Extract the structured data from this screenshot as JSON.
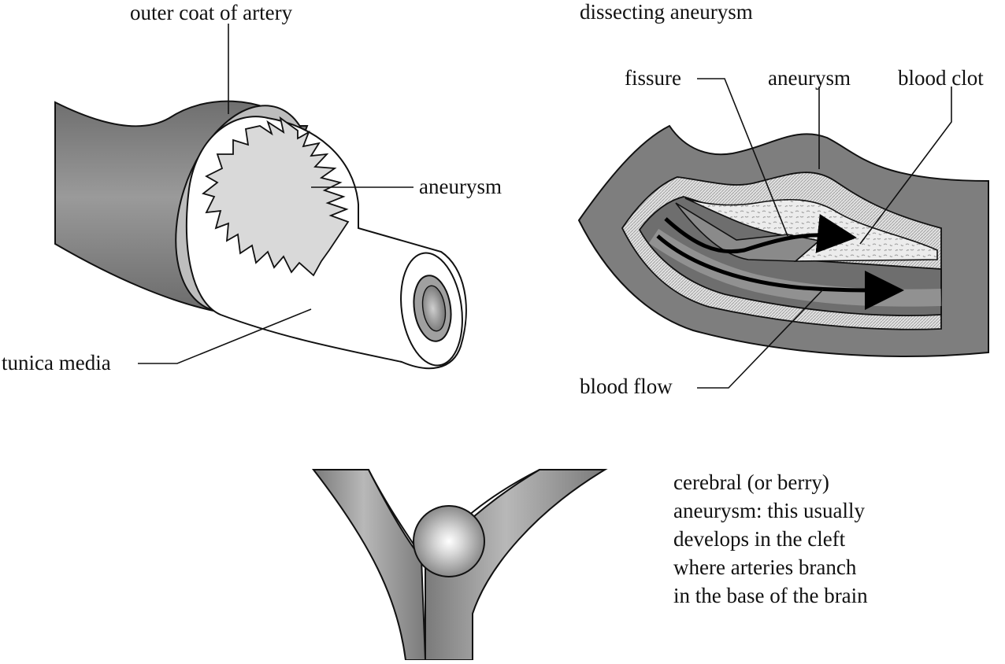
{
  "panel_general": {
    "label_outer_coat": "outer coat of artery",
    "label_aneurysm": "aneurysm",
    "label_tunica_media": "tunica media"
  },
  "panel_dissecting": {
    "title": "dissecting aneurysm",
    "label_fissure": "fissure",
    "label_aneurysm": "aneurysm",
    "label_blood_clot": "blood clot",
    "label_blood_flow": "blood flow"
  },
  "panel_cerebral": {
    "caption_lines": [
      "cerebral (or berry)",
      "aneurysm: this usually",
      "develops in the cleft",
      "where arteries branch",
      "in the base of the brain"
    ]
  }
}
